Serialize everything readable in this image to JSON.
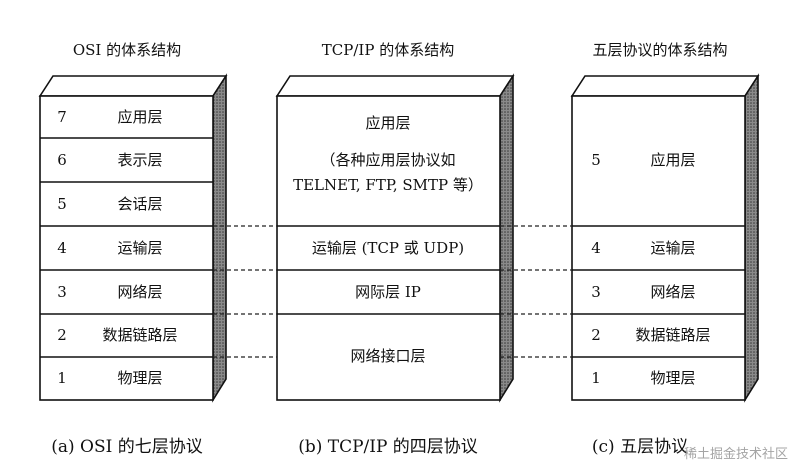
{
  "osi": {
    "title": "OSI 的体系结构",
    "caption": "(a) OSI 的七层协议",
    "layers": [
      {
        "num": "7",
        "name": "应用层"
      },
      {
        "num": "6",
        "name": "表示层"
      },
      {
        "num": "5",
        "name": "会话层"
      },
      {
        "num": "4",
        "name": "运输层"
      },
      {
        "num": "3",
        "name": "网络层"
      },
      {
        "num": "2",
        "name": "数据链路层"
      },
      {
        "num": "1",
        "name": "物理层"
      }
    ]
  },
  "tcpip": {
    "title": "TCP/IP 的体系结构",
    "caption": "(b) TCP/IP 的四层协议",
    "app_name": "应用层",
    "app_desc_1": "（各种应用层协议如",
    "app_desc_2": "TELNET, FTP, SMTP 等）",
    "transport": "运输层 (TCP 或 UDP)",
    "internet": "网际层 IP",
    "link": "网络接口层"
  },
  "five": {
    "title": "五层协议的体系结构",
    "caption": "(c) 五层协议",
    "layers": [
      {
        "num": "5",
        "name": "应用层"
      },
      {
        "num": "4",
        "name": "运输层"
      },
      {
        "num": "3",
        "name": "网络层"
      },
      {
        "num": "2",
        "name": "数据链路层"
      },
      {
        "num": "1",
        "name": "物理层"
      }
    ]
  },
  "watermark": "稀土掘金技术社区"
}
